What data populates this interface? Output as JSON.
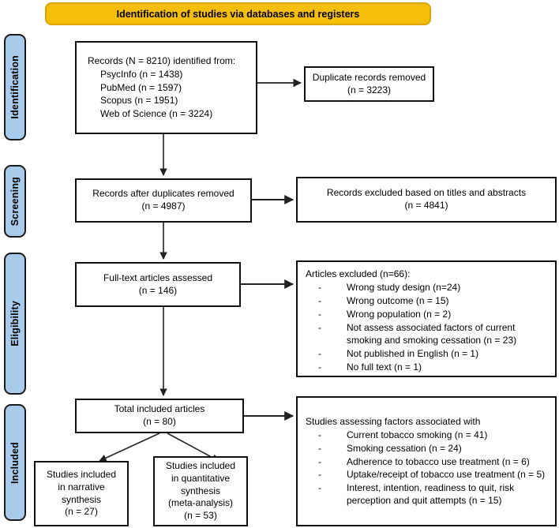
{
  "banner": {
    "title": "Identification of studies via databases and registers"
  },
  "phases": [
    {
      "id": "identification",
      "label": "Identification"
    },
    {
      "id": "screening",
      "label": "Screening"
    },
    {
      "id": "eligibility",
      "label": "Eligibility"
    },
    {
      "id": "included",
      "label": "Included"
    }
  ],
  "boxes": {
    "records_identified": {
      "head": "Records (N = 8210) identified from:",
      "sources": [
        "PsycInfo (n = 1438)",
        "PubMed (n = 1597)",
        "Scopus (n = 1951)",
        "Web of Science (n = 3224)"
      ]
    },
    "duplicates_removed": {
      "text": "Duplicate records removed\n(n = 3223)"
    },
    "records_after_duplicates": {
      "text": "Records after duplicates removed\n(n = 4987)"
    },
    "records_excluded": {
      "text": "Records excluded based on titles and abstracts\n(n = 4841)"
    },
    "fulltext_assessed": {
      "text": "Full-text articles assessed\n(n = 146)"
    },
    "articles_excluded": {
      "head": "Articles excluded (n=66):",
      "reasons": [
        "Wrong study design (n=24)",
        "Wrong outcome (n = 15)",
        "Wrong population (n = 2)",
        "Not assess associated factors of current smoking and smoking cessation (n = 23)",
        "Not published in English (n = 1)",
        "No full text (n = 1)"
      ]
    },
    "total_included": {
      "text": "Total included articles\n(n = 80)"
    },
    "narrative_synthesis": {
      "text": "Studies included\nin narrative\nsynthesis\n(n = 27)"
    },
    "quantitative_synthesis": {
      "text": "Studies included\nin quantitative\nsynthesis\n(meta-analysis)\n(n = 53)"
    },
    "factors_assessed": {
      "head": "Studies assessing factors associated with",
      "factors": [
        "Current tobacco smoking (n = 41)",
        "Smoking cessation (n = 24)",
        "Adherence to tobacco use treatment (n = 6)",
        "Uptake/receipt of tobacco use treatment (n = 5)",
        "Interest, intention, readiness to quit, risk perception and quit attempts (n = 15)"
      ]
    }
  },
  "colors": {
    "phase_fill": "#A8CBEC",
    "phase_border": "#1a1a1a",
    "banner_fill": "#F5BE0A",
    "banner_border": "#D9A406",
    "box_border": "#111111",
    "connector": "#222222",
    "background": "#FFFFFF"
  }
}
